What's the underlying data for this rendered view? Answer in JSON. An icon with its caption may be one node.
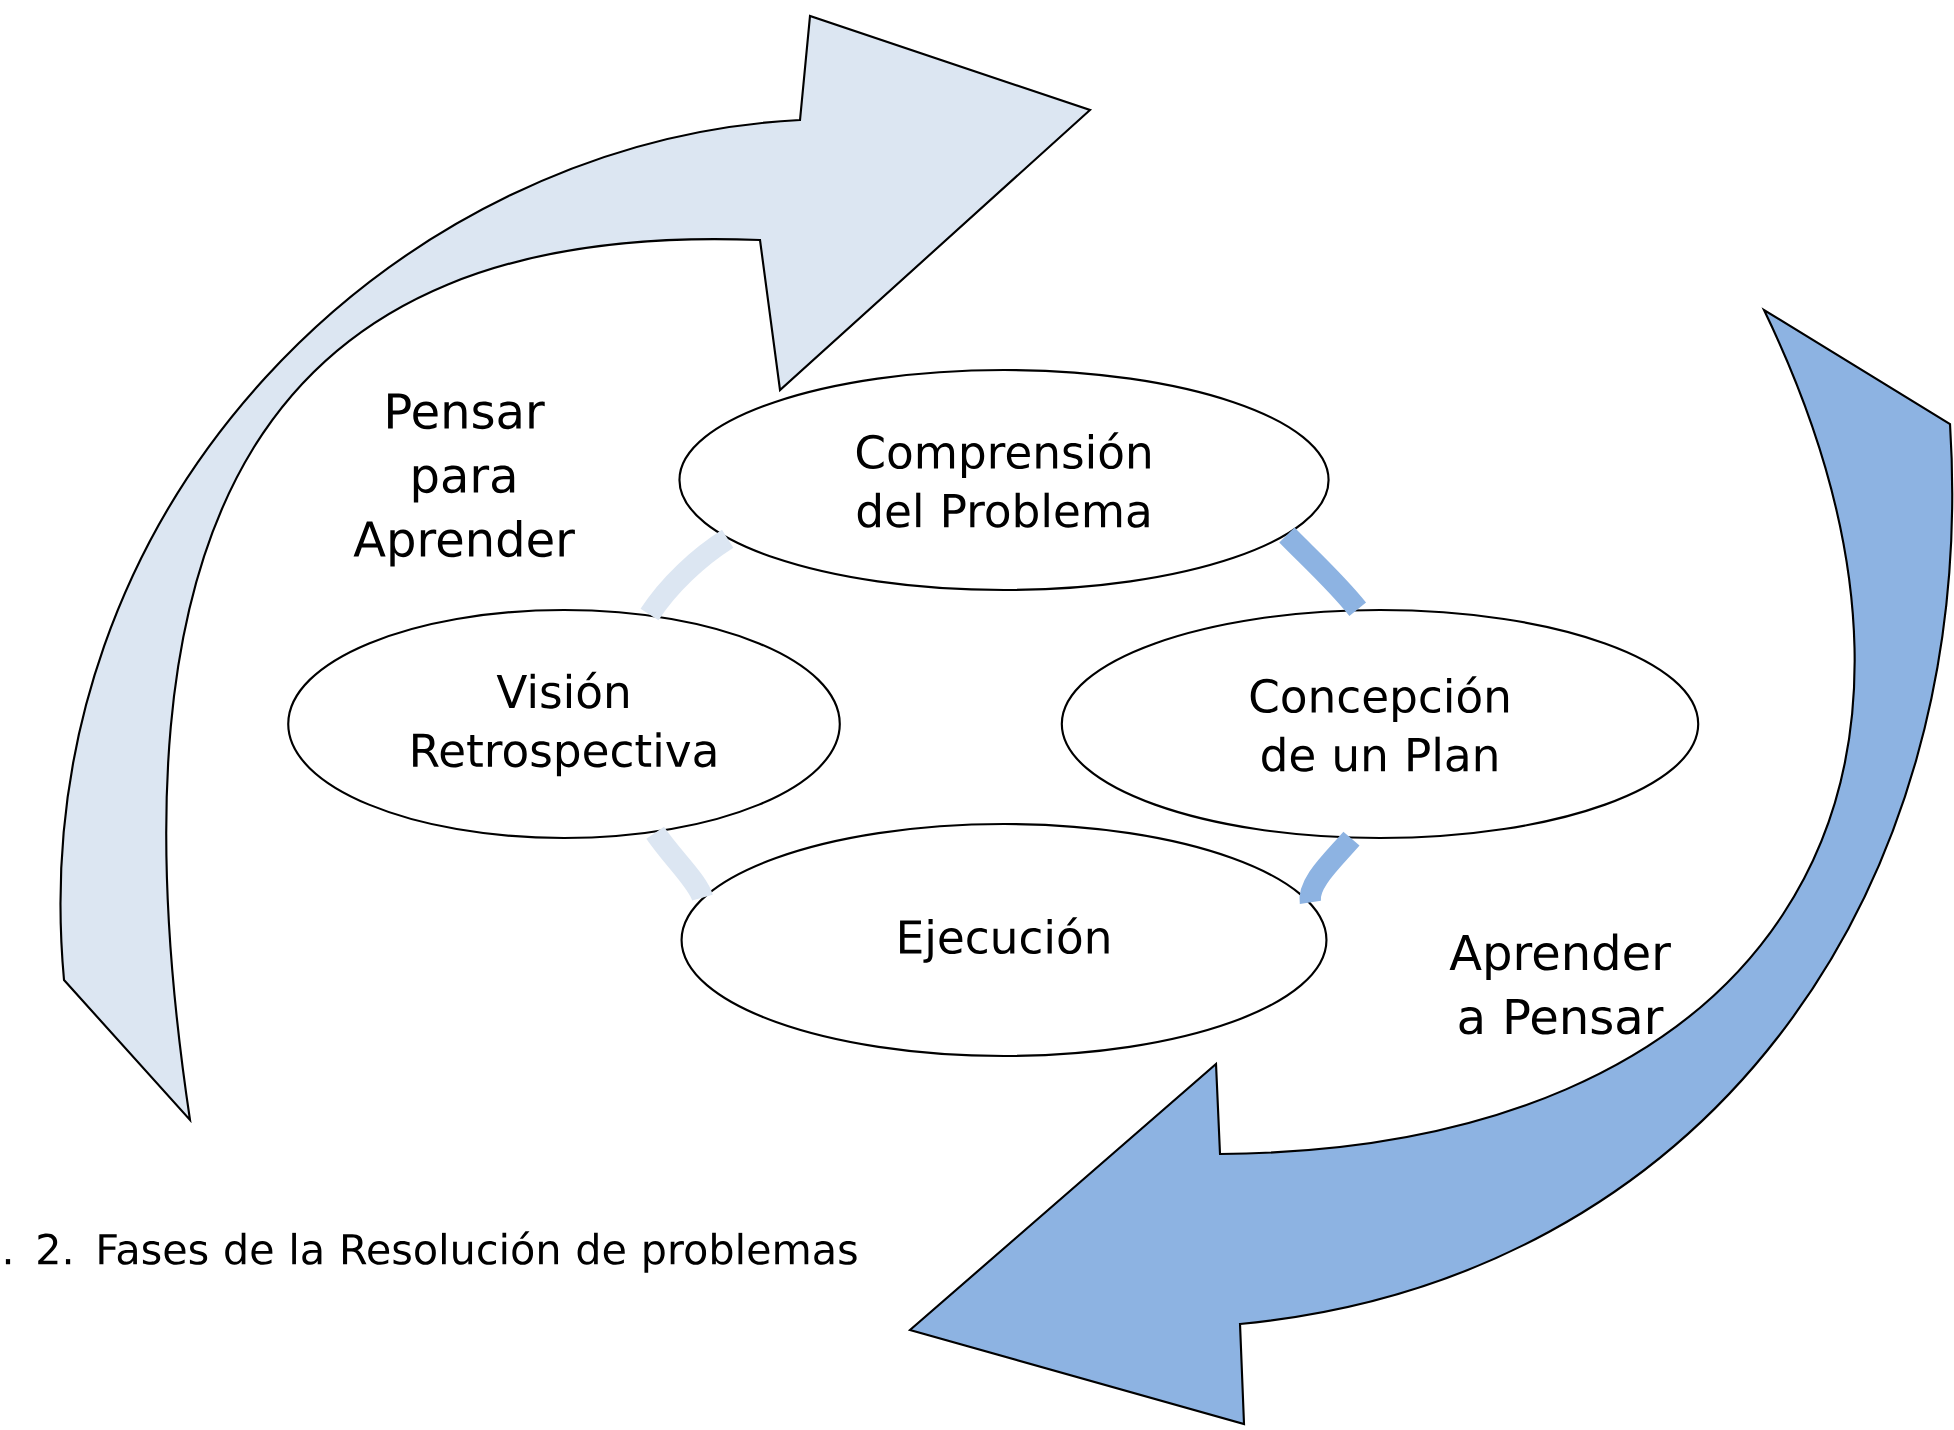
{
  "diagram": {
    "caption": ". 2. Fases de la Resolución de problemas",
    "nodes": [
      {
        "text": [
          "Comprensión del Problema"
        ]
      },
      {
        "text": [
          "Visión Retrospectiva"
        ]
      },
      {
        "text": [
          "Concepción de un Plan"
        ]
      },
      {
        "text": [
          "Ejecución"
        ]
      }
    ],
    "edges": [
      {
        "from": 0,
        "to": 2,
        "arrow": "none",
        "color": "#8db3e2"
      },
      {
        "from": 2,
        "to": 3,
        "arrow": "none",
        "color": "#8db3e2"
      },
      {
        "from": 3,
        "to": 1,
        "arrow": "none",
        "color": "#dce6f2"
      },
      {
        "from": 1,
        "to": 0,
        "arrow": "none",
        "color": "#dce6f2"
      }
    ],
    "labels": [
      "Pensar para Aprender",
      "Aprender a Pensar"
    ]
  }
}
